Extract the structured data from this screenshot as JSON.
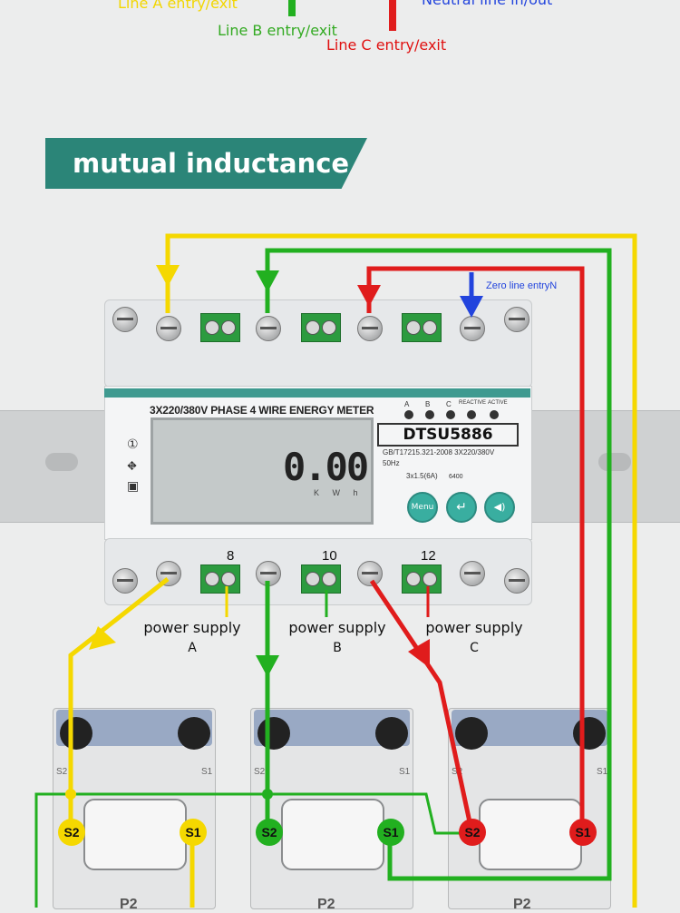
{
  "top_labels": {
    "line_a": "Line A entry/exit",
    "line_b": "Line B entry/exit",
    "line_c": "Line C entry/exit",
    "neutral": "Neutral line in/out"
  },
  "banner": {
    "title": "mutual inductance"
  },
  "meter": {
    "name": "3X220/380V PHASE 4 WIRE ENERGY METER",
    "reading": "0.00",
    "unit": "K W h",
    "leds": [
      "A",
      "B",
      "C",
      "REACTIVE",
      "ACTIVE"
    ],
    "model": "DTSU5886",
    "standard": "GB/T17215.321-2008  3X220/380V",
    "frequency": "50Hz",
    "current": "3x1.5(6A)",
    "constant": "6400",
    "buttons": [
      "Menu",
      "↵",
      "◀)"
    ],
    "side_icons": [
      "①",
      "⛖",
      "▣"
    ]
  },
  "zero_line": "Zero line entryN",
  "terminals": [
    "8",
    "10",
    "12"
  ],
  "power_supplies": [
    {
      "label": "power supply",
      "phase": "A"
    },
    {
      "label": "power supply",
      "phase": "B"
    },
    {
      "label": "power supply",
      "phase": "C"
    }
  ],
  "ct_terminals": {
    "s2": "S2",
    "s1": "S1"
  },
  "ct_marking": "P2",
  "colors": {
    "phase_a": "#f5d800",
    "phase_b": "#22b020",
    "phase_c": "#e01c1c",
    "neutral": "#2244dd",
    "banner": "#2b8578"
  }
}
